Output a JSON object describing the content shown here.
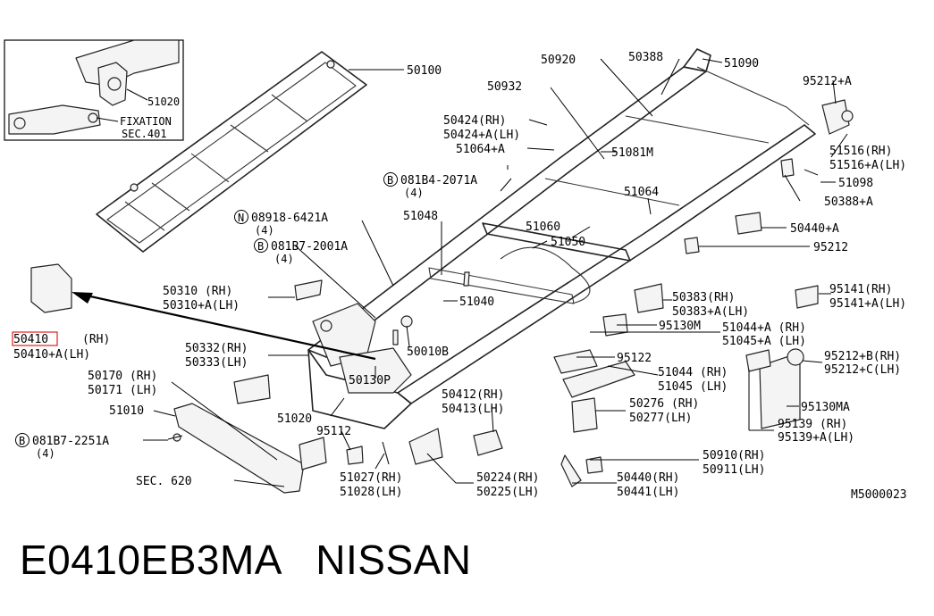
{
  "inset": {
    "part": "51020",
    "note1": "FIXATION",
    "note2": "SEC.401"
  },
  "labels": {
    "p50100": "50100",
    "p50920": "50920",
    "p50388": "50388",
    "p51090": "51090",
    "p95212a": "95212+A",
    "p50932": "50932",
    "p50424rh": "50424(RH)",
    "p50424lh": "50424+A(LH)",
    "p51064a": "51064+A",
    "p51081m": "51081M",
    "p51516rh": "51516(RH)",
    "p51516lh": "51516+A(LH)",
    "p081b4": "081B4-2071A",
    "p081b4q": "(4)",
    "p51098": "51098",
    "p51064": "51064",
    "p50388a": "50388+A",
    "p08918": "08918-6421A",
    "p08918q": "(4)",
    "p51048": "51048",
    "p51060": "51060",
    "p50440a": "50440+A",
    "p51050": "51050",
    "p95212": "95212",
    "p081b7": "081B7-2001A",
    "p081b7q": "(4)",
    "p50310rh": "50310 (RH)",
    "p50310lh": "50310+A(LH)",
    "p51040": "51040",
    "p50383rh": "50383(RH)",
    "p50383lh": "50383+A(LH)",
    "p95141rh": "95141(RH)",
    "p95141lh": "95141+A(LH)",
    "p95130m": "95130M",
    "p51044arh": "51044+A (RH)",
    "p51045alh": "51045+A (LH)",
    "p50410": "50410",
    "p50410rh": "(RH)",
    "p50410lh": "50410+A(LH)",
    "p50332": "50332(RH)",
    "p50333": "50333(LH)",
    "p50010b": "50010B",
    "p95122": "95122",
    "p95212brh": "95212+B(RH)",
    "p95212clh": "95212+C(LH)",
    "p51044rh": "51044 (RH)",
    "p51045lh": "51045 (LH)",
    "p50170": "50170 (RH)",
    "p50171": "50171 (LH)",
    "p50130p": "50130P",
    "p95130ma": "95130MA",
    "p50412": "50412(RH)",
    "p50413": "50413(LH)",
    "p50276": "50276 (RH)",
    "p50277": "50277(LH)",
    "p51010": "51010",
    "p51020": "51020",
    "p95139rh": "95139 (RH)",
    "p95139lh": "95139+A(LH)",
    "p95112": "95112",
    "p081b7b": "081B7-2251A",
    "p081b7bq": "(4)",
    "p50910": "50910(RH)",
    "p50911": "50911(LH)",
    "p51027": "51027(RH)",
    "p51028": "51028(LH)",
    "p50224": "50224(RH)",
    "p50225": "50225(LH)",
    "p50440rh": "50440(RH)",
    "p50441lh": "50441(LH)",
    "sec620": "SEC. 620",
    "code": "M5000023"
  },
  "circled": {
    "b": "B",
    "n": "N"
  },
  "footer": "E0410EB3MA   NISSAN",
  "highlight_color": "#e02020"
}
